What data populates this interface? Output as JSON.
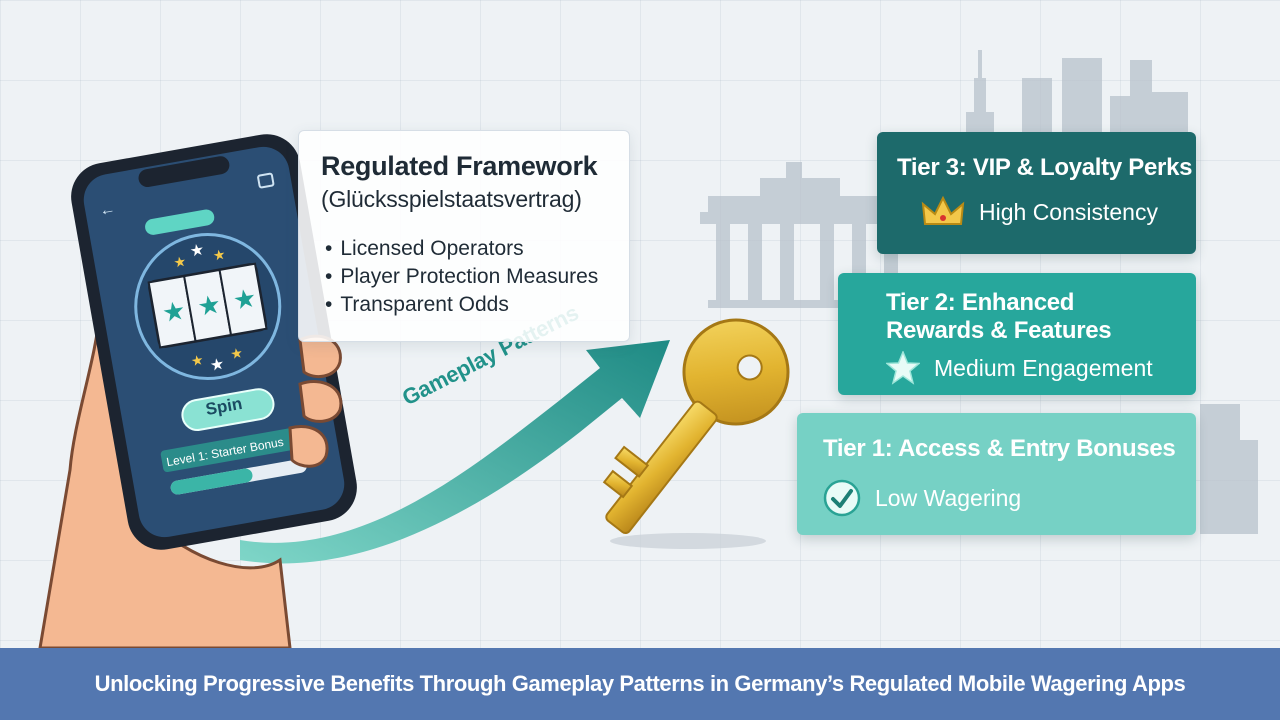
{
  "framework": {
    "title": "Regulated Framework",
    "subtitle": "(Glücksspielstaatsvertrag)",
    "items": [
      "Licensed Operators",
      "Player Protection Measures",
      "Transparent Odds"
    ]
  },
  "arrow_label": "Gameplay Patterns",
  "phone": {
    "spin_label": "Spin",
    "level_label": "Level 1: Starter Bonus",
    "progress": 0.6
  },
  "tiers": [
    {
      "title": "Tier 3: VIP & Loyalty Perks",
      "benefit": "High Consistency",
      "icon": "crown-icon",
      "color": "#1d6a6b"
    },
    {
      "title_line1": "Tier 2: Enhanced",
      "title_line2": "Rewards & Features",
      "benefit": "Medium Engagement",
      "icon": "star-icon",
      "color": "#27a79c"
    },
    {
      "title": "Tier 1: Access & Entry Bonuses",
      "benefit": "Low Wagering",
      "icon": "check-circle-icon",
      "color": "#76d1c5"
    }
  ],
  "footer": {
    "caption": "Unlocking Progressive Benefits Through Gameplay Patterns in Germany’s Regulated Mobile Wagering Apps"
  }
}
